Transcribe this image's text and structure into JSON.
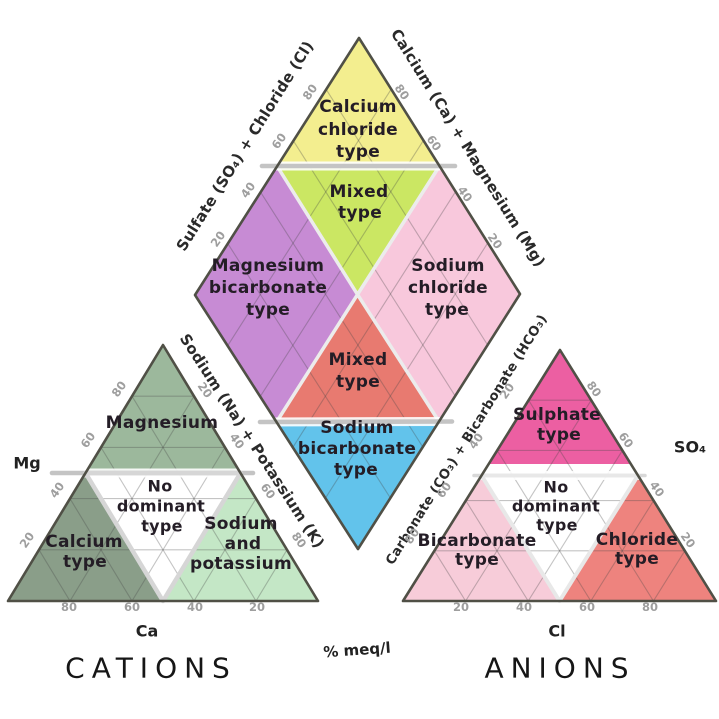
{
  "titles": {
    "cations": "CATIONS",
    "anions": "ANIONS",
    "units": "% meq/l"
  },
  "diamond": {
    "axes": {
      "upper_left": "Sulfate (SO₄) + Chloride (Cl)",
      "upper_right": "Calcium (Ca) + Magnesium (Mg)",
      "lower_left": "Sodium (Na) + Potassium (K)",
      "lower_right": "Carbonate (CO₃) + Bicarbonate (HCO₃)"
    },
    "regions": {
      "calcium_chloride": {
        "color": "#f3ee8f",
        "lines": [
          "Calcium",
          "chloride",
          "type"
        ]
      },
      "mixed_upper": {
        "color": "#cbe763",
        "lines": [
          "Mixed",
          "type"
        ]
      },
      "magnesium_bicarbonate": {
        "color": "#c78bd4",
        "lines": [
          "Magnesium",
          "bicarbonate",
          "type"
        ]
      },
      "sodium_chloride": {
        "color": "#f8c8dc",
        "lines": [
          "Sodium",
          "chloride",
          "type"
        ]
      },
      "mixed_lower": {
        "color": "#e87a70",
        "lines": [
          "Mixed",
          "type"
        ]
      },
      "sodium_bicarbonate": {
        "color": "#62c3eb",
        "lines": [
          "Sodium",
          "bicarbonate",
          "type"
        ]
      }
    },
    "ticks": {
      "upper_left": [
        "20",
        "40",
        "60",
        "80"
      ],
      "upper_right": [
        "80",
        "60",
        "40",
        "20"
      ],
      "lower_left": [
        "20",
        "40",
        "60",
        "80"
      ],
      "lower_right": [
        "20",
        "40",
        "60",
        "80"
      ]
    }
  },
  "cation_triangle": {
    "axis_left": "Mg",
    "axis_bottom": "Ca",
    "regions": {
      "magnesium": {
        "color": "#9cb89c",
        "lines": [
          "Magnesium"
        ]
      },
      "no_dominant": {
        "color": "#ffffff",
        "lines": [
          "No",
          "dominant",
          "type"
        ]
      },
      "calcium": {
        "color": "#8a9e89",
        "lines": [
          "Calcium",
          "type"
        ]
      },
      "sodium_potassium": {
        "color": "#c4e7c6",
        "lines": [
          "Sodium",
          "and",
          "potassium"
        ]
      }
    },
    "ticks": {
      "left": [
        "80",
        "60",
        "40",
        "20"
      ],
      "bottom": [
        "80",
        "60",
        "40",
        "20"
      ]
    }
  },
  "anion_triangle": {
    "axis_right": "SO₄",
    "axis_bottom": "Cl",
    "regions": {
      "sulphate": {
        "color": "#ec5fa2",
        "lines": [
          "Sulphate",
          "type"
        ]
      },
      "no_dominant": {
        "color": "#ffffff",
        "lines": [
          "No",
          "dominant",
          "type"
        ]
      },
      "bicarbonate": {
        "color": "#f7ccd9",
        "lines": [
          "Bicarbonate",
          "type"
        ]
      },
      "chloride": {
        "color": "#ee837e",
        "lines": [
          "Chloride",
          "type"
        ]
      }
    },
    "ticks": {
      "right": [
        "80",
        "60",
        "40",
        "20"
      ],
      "bottom": [
        "20",
        "40",
        "60",
        "80"
      ]
    }
  }
}
